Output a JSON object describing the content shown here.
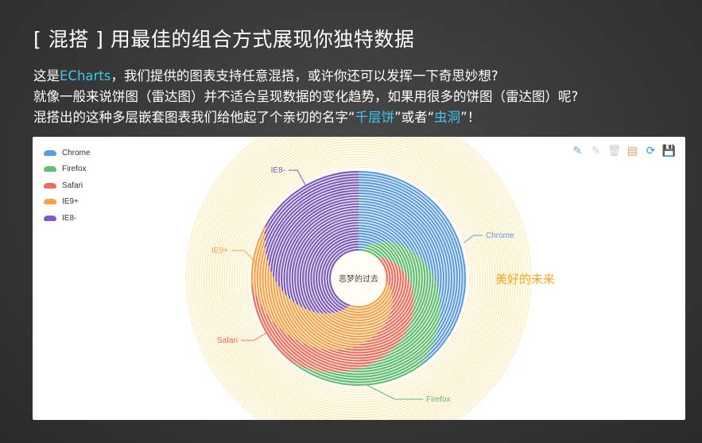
{
  "header": {
    "title": "[ 混搭 ] 用最佳的组合方式展现你独特数据",
    "line1_pre": "这是",
    "line1_hl": "ECharts",
    "line1_post": "，我们提供的图表支持任意混搭，或许你还可以发挥一下奇思妙想?",
    "line2": "就像一般来说饼图（雷达图）并不适合呈现数据的变化趋势，如果用很多的饼图（雷达图）呢?",
    "line3_pre": "混搭出的这种多层嵌套图表我们给他起了个亲切的名字“",
    "line3_hl1": "千层饼",
    "line3_mid": "”或者“",
    "line3_hl2": "虫洞",
    "line3_post": "”！"
  },
  "toolbox": [
    {
      "icon": "mark-pencil-icon",
      "glyph": "✎",
      "color": "#6aa8e8"
    },
    {
      "icon": "undo-mark-icon",
      "glyph": "✎",
      "color": "#cccccc"
    },
    {
      "icon": "clear-mark-icon",
      "glyph": "🗑",
      "color": "#cccccc"
    },
    {
      "icon": "data-view-icon",
      "glyph": "▤",
      "color": "#e8a060"
    },
    {
      "icon": "restore-icon",
      "glyph": "⟳",
      "color": "#3a90e0"
    },
    {
      "icon": "save-image-icon",
      "glyph": "💾",
      "color": "#5cb85c"
    }
  ],
  "chart_data": {
    "type": "pie",
    "subtype": "nested-rings",
    "legend": [
      "Chrome",
      "Firefox",
      "Safari",
      "IE9+",
      "IE8-"
    ],
    "legend_position": "top-left",
    "colors": [
      "#5a9be6",
      "#5cbf72",
      "#f26c5c",
      "#f8a048",
      "#7c5cc0"
    ],
    "rings": 30,
    "inner_values": [
      2,
      10,
      15,
      28,
      45
    ],
    "outer_values": [
      40,
      20,
      14,
      9,
      17
    ],
    "center_label": "恶梦的过去",
    "outer_label": "美好的未来",
    "outer_label_color": "#f5a623"
  }
}
